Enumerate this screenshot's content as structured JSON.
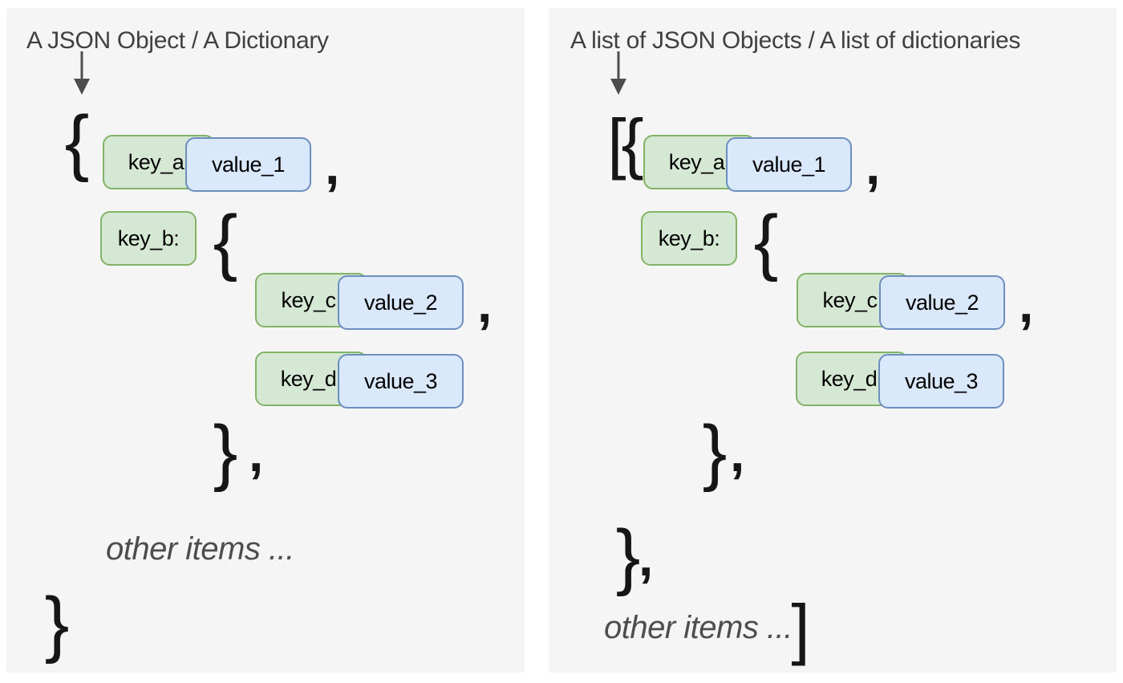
{
  "colors": {
    "panel_bg": "#f5f5f5",
    "key_fill": "#d5e8d4",
    "key_border": "#82b366",
    "value_fill": "#dae8fc",
    "value_border": "#6c8ebf",
    "title_text": "#404040",
    "symbol_text": "#161616",
    "muted_text": "#4d4d4d"
  },
  "left": {
    "title": "A JSON Object / A Dictionary",
    "open_symbol": "{",
    "rows": {
      "a": {
        "key": "key_a:",
        "value": "value_1",
        "comma": ","
      },
      "b": {
        "key": "key_b:",
        "open_brace": "{"
      },
      "c": {
        "key": "key_c:",
        "value": "value_2",
        "comma": ","
      },
      "d": {
        "key": "key_d:",
        "value": "value_3"
      }
    },
    "inner_close": {
      "brace": "}",
      "comma": ","
    },
    "other_items": "other items ...",
    "close_symbol": "}"
  },
  "right": {
    "title": "A list of JSON Objects / A list of dictionaries",
    "open_symbol": "[{",
    "rows": {
      "a": {
        "key": "key_a:",
        "value": "value_1",
        "comma": ","
      },
      "b": {
        "key": "key_b:",
        "open_brace": "{"
      },
      "c": {
        "key": "key_c:",
        "value": "value_2",
        "comma": ","
      },
      "d": {
        "key": "key_d:",
        "value": "value_3"
      }
    },
    "inner_close": {
      "brace": "}",
      "comma": ","
    },
    "object_close": {
      "brace": "}",
      "comma": ","
    },
    "other_items": "other items ...",
    "close_symbol": "]"
  }
}
